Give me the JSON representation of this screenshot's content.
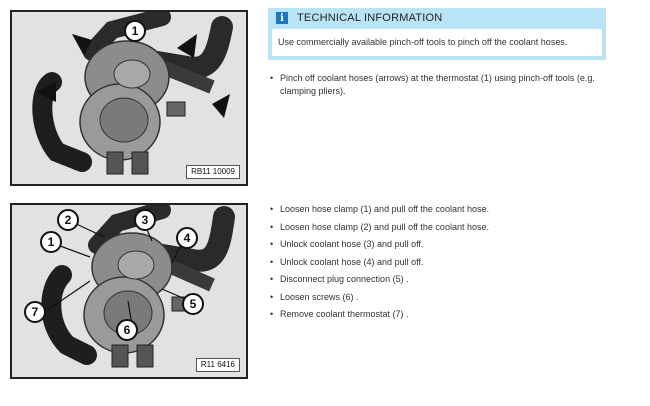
{
  "figure1": {
    "caption": "RB11 10009",
    "callouts": [
      "1"
    ]
  },
  "figure2": {
    "caption": "R11 6416",
    "callouts": [
      "1",
      "2",
      "3",
      "4",
      "5",
      "6",
      "7"
    ]
  },
  "info": {
    "icon": "info-icon",
    "icon_glyph": "i",
    "title": "TECHNICAL INFORMATION",
    "body": "Use commercially available pinch-off tools to pinch off the coolant hoses."
  },
  "section1": {
    "items": [
      "Pinch off coolant hoses (arrows) at the thermostat (1) using pinch-off tools (e.g. clamping pliers)."
    ]
  },
  "section2": {
    "items": [
      "Loosen hose clamp (1) and pull off the coolant hose.",
      "Loosen hose clamp (2) and pull off the coolant hose.",
      "Unlock coolant hose (3) and pull off.",
      "Unlock coolant hose (4) and pull off.",
      "Disconnect plug connection (5) .",
      "Loosen screws (6) .",
      "Remove coolant thermostat (7) ."
    ]
  },
  "colors": {
    "info_background": "#b9e4f6",
    "info_icon": "#1a78c2"
  }
}
